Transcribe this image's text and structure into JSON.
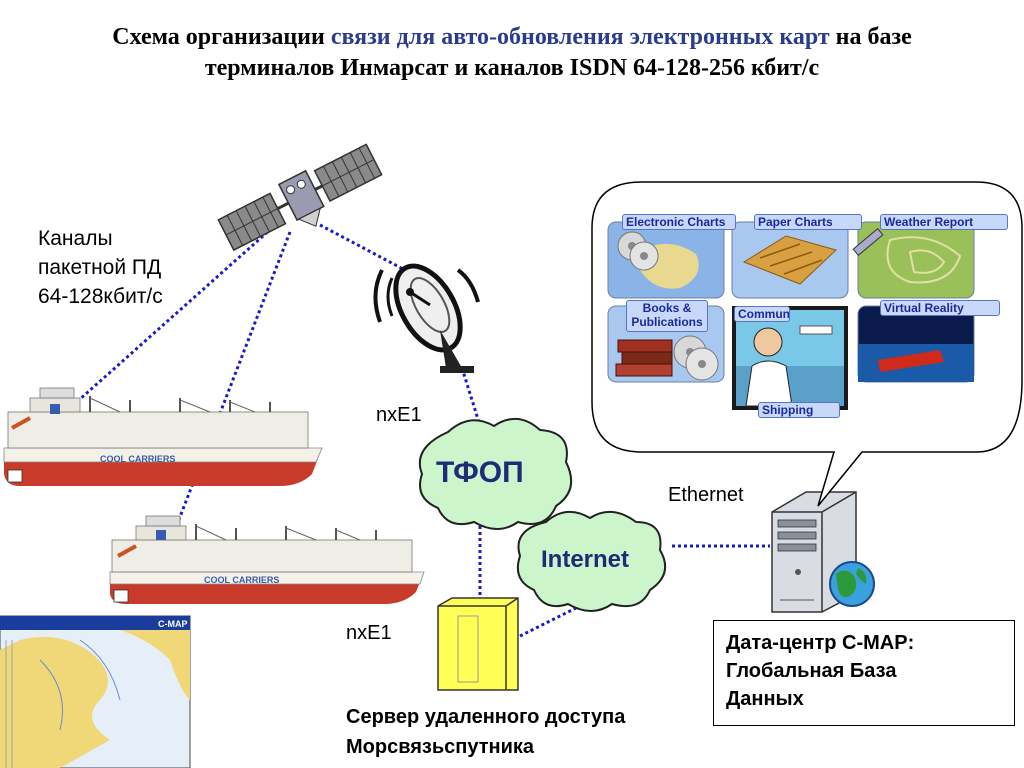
{
  "title": {
    "part1": "Схема организации ",
    "highlight": "связи для авто-обновления электронных карт",
    "part2": " на базе",
    "line2": "терминалов Инмарсат и каналов ISDN 64-128-256 кбит/с"
  },
  "left_label": {
    "line1": "Каналы",
    "line2": "пакетной ПД",
    "line3": "64-128кбит/с"
  },
  "nxe1_top": "nxE1",
  "nxe1_bottom": "nxE1",
  "cloud_pstn": "ТФОП",
  "cloud_internet": "Internet",
  "ethernet": "Ethernet",
  "ship_brand": "COOL CARRIERS",
  "map_title": "C-MAP",
  "services": {
    "electronic_charts": "Electronic Charts",
    "paper_charts": "Paper Charts",
    "weather_report": "Weather Report",
    "books_publications": "Books & Publications",
    "communications": "Communications",
    "virtual_reality": "Virtual Reality",
    "shipping": "Shipping"
  },
  "datacenter": {
    "line1": "Дата-центр C-MAP:",
    "line2": "Глобальная База",
    "line3": "Данных"
  },
  "server": {
    "line1": "Сервер удаленного доступа",
    "line2": "Морсвязьспутника"
  },
  "colors": {
    "link": "#1a1ac8",
    "cloud_fill": "#ccf5cc",
    "title_accent": "#2a3c8c",
    "tag_text": "#1a2a9c"
  }
}
